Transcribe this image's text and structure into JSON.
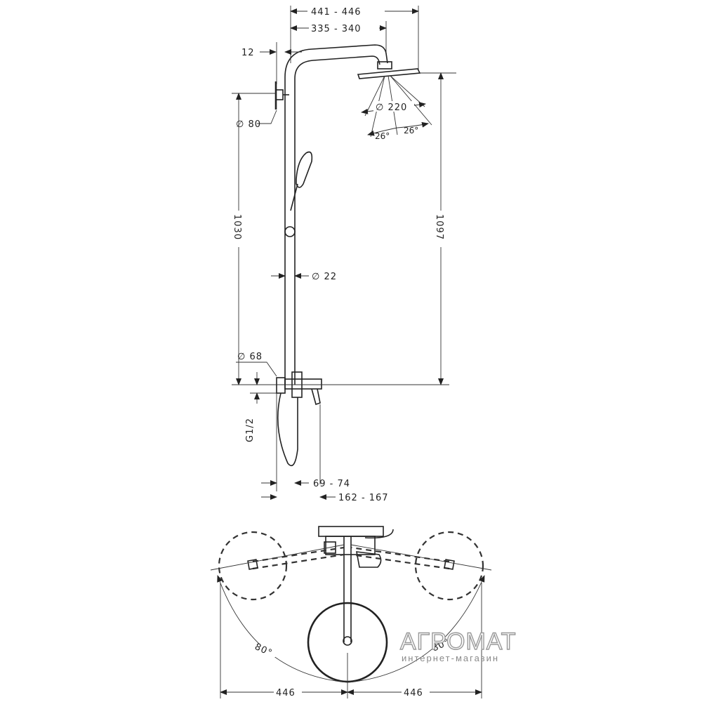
{
  "dimensions": {
    "top_width": "441 - 446",
    "arm_length": "335 - 340",
    "wall_offset": "12",
    "flange_diameter": "∅ 80",
    "overhead_diameter": "∅ 220",
    "tilt_left": "26°",
    "tilt_right": "26°",
    "mixer_to_flange": "1030",
    "total_height": "1097",
    "rail_diameter": "∅ 22",
    "mixer_flange_diameter": "∅ 68",
    "thread": "G1/2",
    "lever_projection": "69 - 74",
    "mixer_projection": "162 - 167",
    "swivel_angle_left": "80°",
    "swivel_angle_right": "80°",
    "span_left": "446",
    "span_right": "446"
  },
  "watermark": {
    "brand": "АГРОМАТ",
    "tagline": "интернет-магазин"
  }
}
